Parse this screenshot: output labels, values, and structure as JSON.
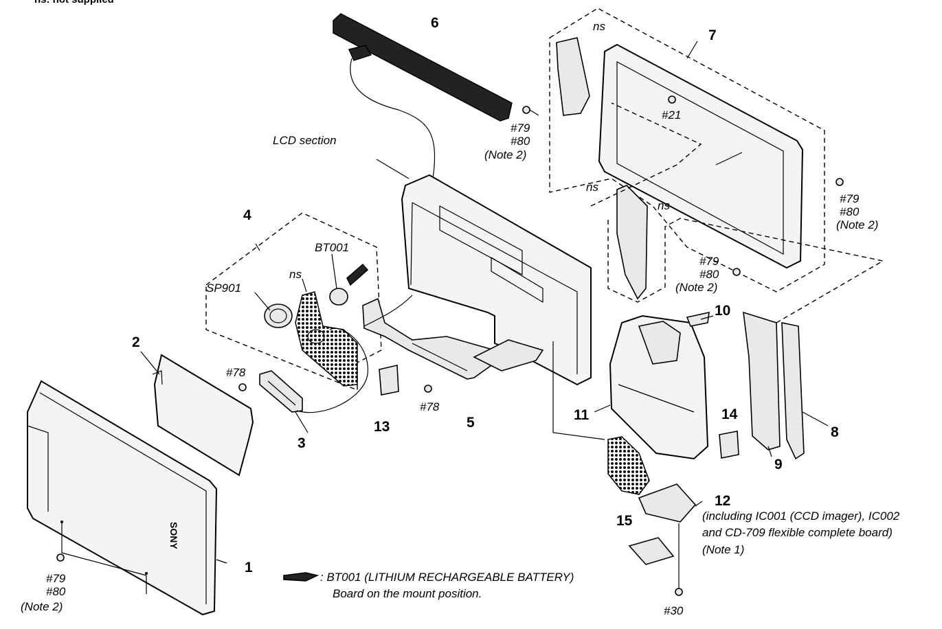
{
  "header_note": "ns: not supplied",
  "section_label": "LCD section",
  "part_numbers": [
    "1",
    "2",
    "3",
    "4",
    "5",
    "6",
    "7",
    "8",
    "9",
    "10",
    "11",
    "12",
    "13",
    "14",
    "15"
  ],
  "screw_labels": {
    "top_center": [
      "#79",
      "#80",
      "(Note 2)"
    ],
    "right_upper": [
      "#79",
      "#80",
      "(Note 2)"
    ],
    "right_middle": [
      "#79",
      "#80",
      "(Note 2)"
    ],
    "bottom_left": [
      "#79",
      "#80",
      "(Note 2)"
    ],
    "screw_21": "#21",
    "screw_78_left": "#78",
    "screw_78_center": "#78",
    "screw_30": "#30"
  },
  "component_labels": {
    "sp901": "SP901",
    "bt001": "BT001",
    "ns_group4": "ns",
    "ns_top": "ns",
    "ns_mid": "ns",
    "ns_right": "ns"
  },
  "part12_note": [
    "(including IC001 (CCD imager), IC002",
    "and CD-709 flexible complete board)",
    "(Note 1)"
  ],
  "legend": {
    "line1": ": BT001 (LITHIUM RECHARGEABLE BATTERY)",
    "line2": "Board on the mount position."
  },
  "brand_on_panel": "SONY"
}
